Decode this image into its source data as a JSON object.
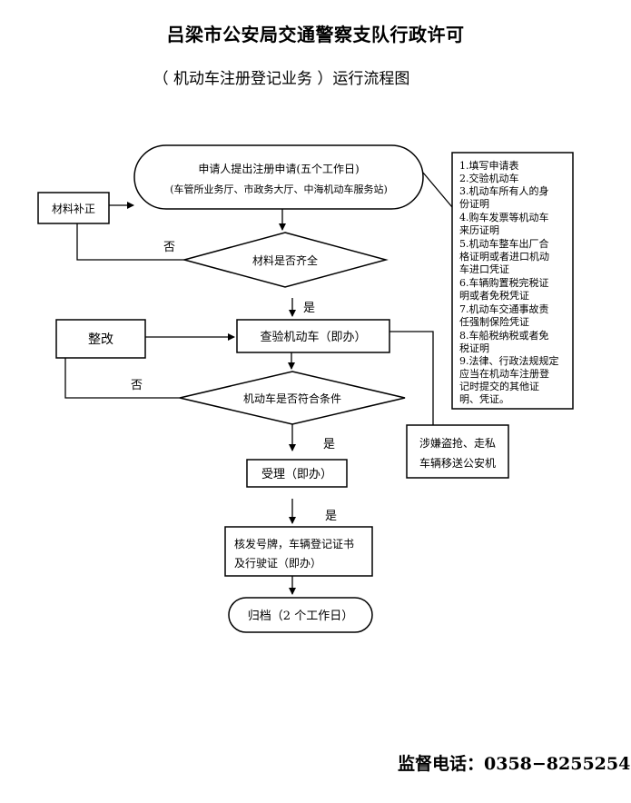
{
  "title": "吕梁市公安局交通警察支队行政许可",
  "subtitle": "（ 机动车注册登记业务 ）运行流程图",
  "nodes": {
    "start_line1": "申请人提出注册申请(五个工作日)",
    "start_line2": "(车管所业务厅、市政务大厅、中海机动车服务站)",
    "material_fix": "材料补正",
    "decision1": "材料是否齐全",
    "rectify": "整改",
    "inspect": "查验机动车（即办）",
    "decision2": "机动车是否符合条件",
    "accept": "受理（即办）",
    "issue_line1": "核发号牌，车辆登记证书",
    "issue_line2": "及行驶证（即办）",
    "archive": "归档（2 个工作日）",
    "police_line1": "涉嫌盗抢、走私",
    "police_line2": "车辆移送公安机"
  },
  "edge_labels": {
    "no1": "否",
    "yes1": "是",
    "no2": "否",
    "yes2": "是",
    "yes3": "是"
  },
  "requirements": [
    "1.填写申请表",
    "2.交验机动车",
    "3.机动车所有人的身",
    "份证明",
    "4.购车发票等机动车",
    "来历证明",
    "5.机动车整车出厂合",
    "格证明或者进口机动",
    "车进口凭证",
    "6.车辆购置税完税证",
    "明或者免税凭证",
    "7.机动车交通事故责",
    "任强制保险凭证",
    "8.车船税纳税或者免",
    "税证明",
    "9.法律、行政法规规定",
    "应当在机动车注册登",
    "记时提交的其他证",
    "明、凭证。"
  ],
  "footer": "监督电话：0358−8255254"
}
